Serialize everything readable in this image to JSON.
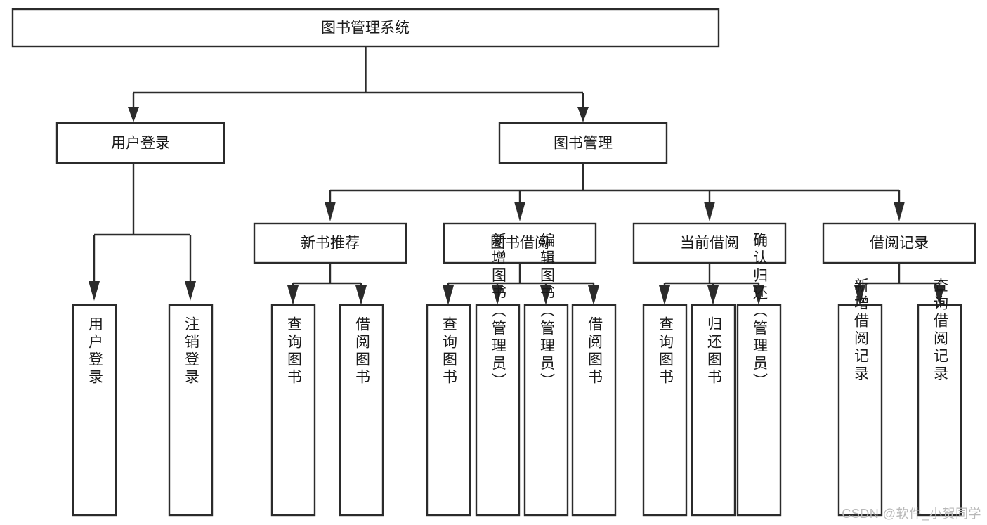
{
  "diagram": {
    "title": "图书管理系统",
    "type": "hierarchy-tree",
    "background_color": "#ffffff",
    "line_color": "#2b2b2b",
    "text_color": "#1a1a1a",
    "levels": 4,
    "root": {
      "id": "root",
      "label": "图书管理系统",
      "orientation": "horizontal"
    },
    "level2": [
      {
        "id": "user-login",
        "label": "用户登录",
        "orientation": "horizontal"
      },
      {
        "id": "book-manage",
        "label": "图书管理",
        "orientation": "horizontal"
      }
    ],
    "level3": [
      {
        "id": "new-book-recommend",
        "label": "新书推荐",
        "orientation": "horizontal",
        "parent": "book-manage"
      },
      {
        "id": "book-borrow",
        "label": "图书借阅",
        "orientation": "horizontal",
        "parent": "book-manage"
      },
      {
        "id": "current-borrow",
        "label": "当前借阅",
        "orientation": "horizontal",
        "parent": "book-manage"
      },
      {
        "id": "borrow-record",
        "label": "借阅记录",
        "orientation": "horizontal",
        "parent": "book-manage"
      }
    ],
    "leaves": [
      {
        "id": "leaf-user-login",
        "label": "用户登录",
        "orientation": "vertical",
        "parent": "user-login"
      },
      {
        "id": "leaf-user-logout",
        "label": "注销登录",
        "orientation": "vertical",
        "parent": "user-login"
      },
      {
        "id": "leaf-query-book-1",
        "label": "查询图书",
        "orientation": "vertical",
        "parent": "new-book-recommend"
      },
      {
        "id": "leaf-borrow-book-1",
        "label": "借阅图书",
        "orientation": "vertical",
        "parent": "new-book-recommend"
      },
      {
        "id": "leaf-query-book-2",
        "label": "查询图书",
        "orientation": "vertical",
        "parent": "book-borrow"
      },
      {
        "id": "leaf-add-book",
        "label": "新增图书（管理员）",
        "orientation": "vertical",
        "parent": "book-borrow"
      },
      {
        "id": "leaf-edit-book",
        "label": "编辑图书（管理员）",
        "orientation": "vertical",
        "parent": "book-borrow"
      },
      {
        "id": "leaf-borrow-book-2",
        "label": "借阅图书",
        "orientation": "vertical",
        "parent": "book-borrow"
      },
      {
        "id": "leaf-query-book-3",
        "label": "查询图书",
        "orientation": "vertical",
        "parent": "current-borrow"
      },
      {
        "id": "leaf-return-book",
        "label": "归还图书",
        "orientation": "vertical",
        "parent": "current-borrow"
      },
      {
        "id": "leaf-confirm-return",
        "label": "确认归还（管理员）",
        "orientation": "vertical",
        "parent": "current-borrow"
      },
      {
        "id": "leaf-add-record",
        "label": "新增借阅记录",
        "orientation": "vertical",
        "parent": "borrow-record"
      },
      {
        "id": "leaf-query-record",
        "label": "查询借阅记录",
        "orientation": "vertical",
        "parent": "borrow-record"
      }
    ]
  },
  "watermark": {
    "text": "CSDN @软件_小贺同学"
  }
}
